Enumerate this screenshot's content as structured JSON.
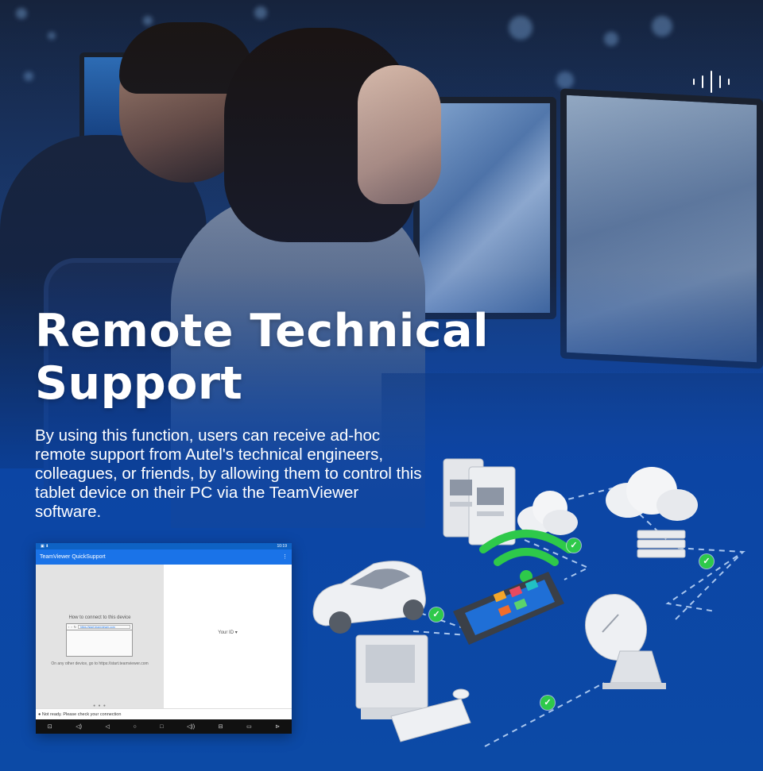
{
  "headline": {
    "line1": "Remote Technical",
    "line2": "Support"
  },
  "description": "By using this function, users can receive ad-hoc remote support from Autel's technical engineers, colleagues, or friends, by allowing them to control this tablet device on their PC via the TeamViewer software.",
  "screenshot": {
    "status_time": "10:19",
    "app_title": "TeamViewer QuickSupport",
    "menu_icon": "⋮",
    "how_to": "How to connect to this device",
    "url": "https://start.teamviewer.com",
    "hint": "On any other device, go to https://start.teamviewer.com",
    "your_id": "Your ID",
    "status_message": "Not ready. Please check your connection",
    "nav_icons": [
      "screenshot-icon",
      "volume-down-icon",
      "back-icon",
      "home-icon",
      "recent-apps-icon",
      "volume-up-icon",
      "car-icon",
      "display-icon",
      "play-icon"
    ]
  },
  "diagram": {
    "nodes": [
      "atm-machines",
      "cloud-left",
      "cloud-right",
      "server-stack",
      "car",
      "diagnostic-tablet",
      "desktop-computer",
      "satellite-dish"
    ],
    "wifi_color": "#2ec94a",
    "check_color": "#2ec94a"
  },
  "colors": {
    "accent": "#1a73e8",
    "background": "#0c4aa6"
  }
}
